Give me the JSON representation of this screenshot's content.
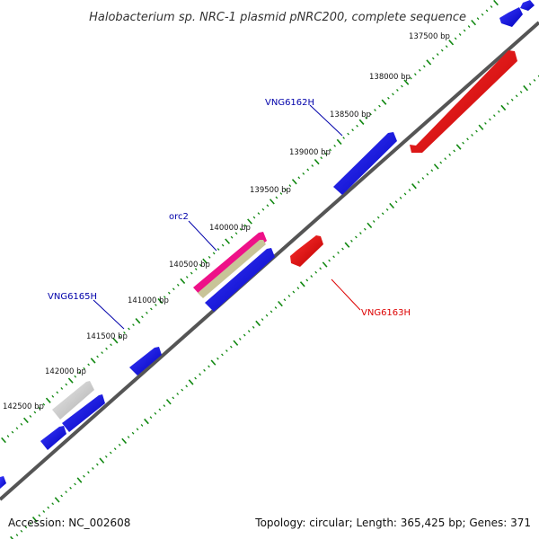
{
  "title": "Halobacterium sp. NRC-1 plasmid pNRC200, complete sequence",
  "footer": {
    "accession": "Accession: NC_002608",
    "summary": "Topology: circular; Length: 365,425 bp; Genes: 371"
  },
  "ticks": [
    "137500 bp",
    "138000 bp",
    "138500 bp",
    "139000 bp",
    "139500 bp",
    "140000 bp",
    "140500 bp",
    "141000 bp",
    "141500 bp",
    "142000 bp",
    "142500 bp"
  ],
  "gene_labels": [
    {
      "name": "VNG6162H",
      "color": "#0000aa"
    },
    {
      "name": "orc2",
      "color": "#0000aa"
    },
    {
      "name": "VNG6165H",
      "color": "#0000aa"
    },
    {
      "name": "VNG6163H",
      "color": "#dd0000"
    }
  ],
  "colors": {
    "forward_gene": "#0000ee",
    "reverse_gene": "#ee0000",
    "backbone": "#666666",
    "tick_marks": "#118811",
    "orc2_outer": "#ee1188",
    "orc2_inner": "#c8c498",
    "pseudo_gene": "#cccccc"
  }
}
